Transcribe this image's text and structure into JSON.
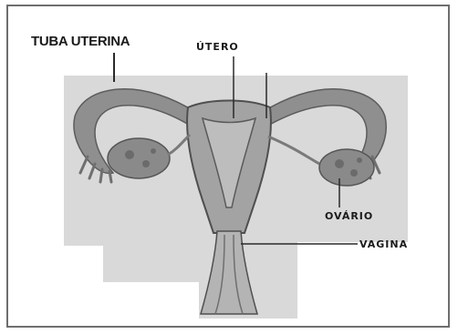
{
  "labels": {
    "tuba_uterina": "TUBA UTERINA",
    "utero": "ÚTERO",
    "ovario": "OVÁRIO",
    "vagina": "VAGINA"
  },
  "colors": {
    "background_patch": "#d9d9d9",
    "tissue": "#9a9a9a",
    "tissue_dark": "#6f6f6f",
    "tissue_light": "#c4c4c4",
    "leader_line": "#2a2a2a"
  }
}
